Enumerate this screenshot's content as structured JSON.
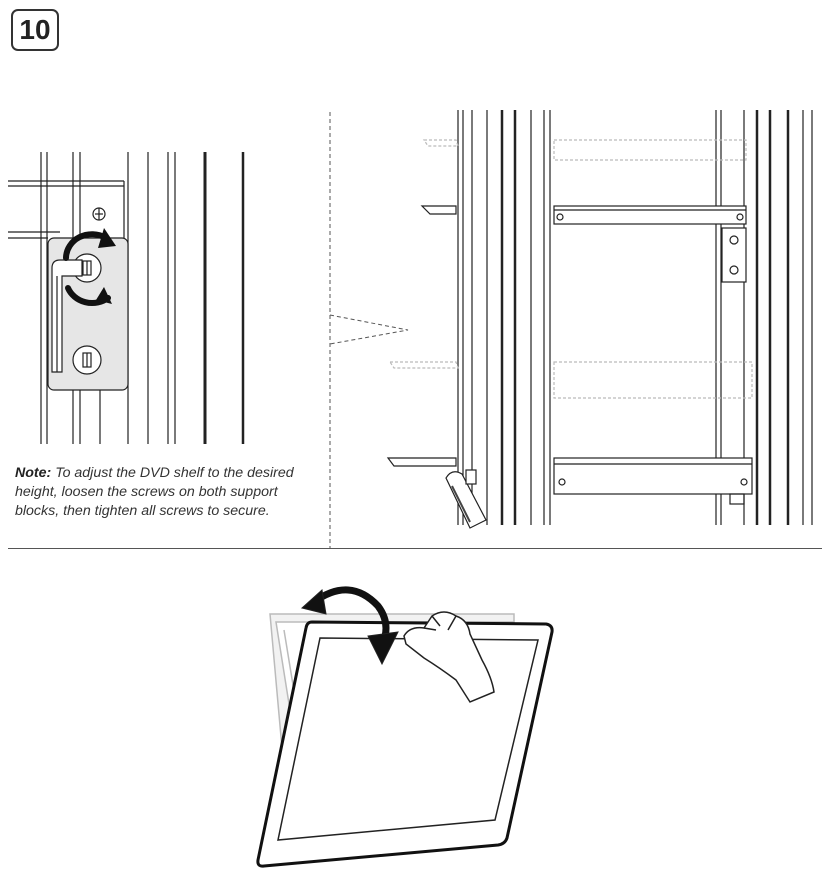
{
  "step": {
    "number": "10"
  },
  "note": {
    "label": "Note:",
    "text": " To adjust the DVD shelf to the desired height, loosen the screws on both support blocks, then tighten all screws to secure."
  },
  "illustrations": {
    "detail": "hex-key-screw-adjustment",
    "shelf": "dvd-shelf-support-blocks",
    "tv": "tv-panel-rotation"
  },
  "colors": {
    "line": "#222222",
    "ghost": "#bbbbbb",
    "panel": "#e6e6e6"
  }
}
